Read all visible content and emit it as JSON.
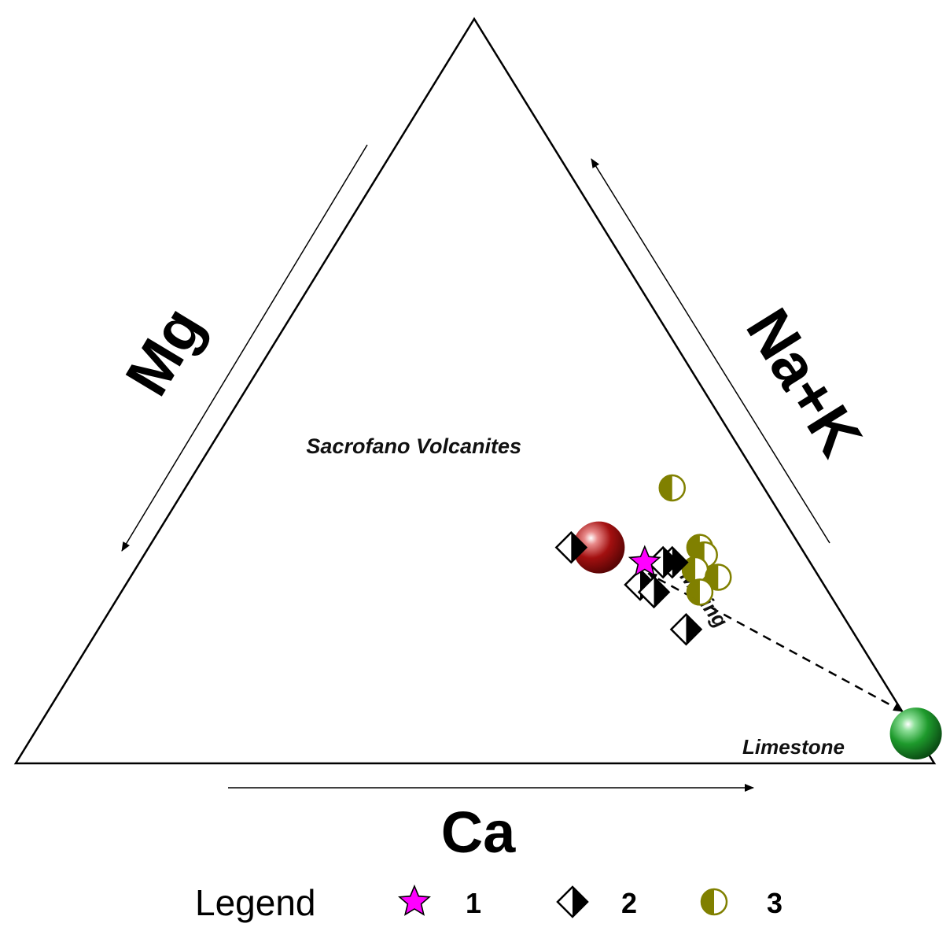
{
  "chart_data": {
    "type": "scatter",
    "subtype": "ternary",
    "axes": {
      "mg": "Mg",
      "ca": "Ca",
      "nak": "Na+K"
    },
    "series": [
      {
        "name": "1",
        "marker": "star",
        "color": "#ff00ff",
        "points": [
          {
            "Ca": 0.55,
            "Mg": 0.18,
            "NaK": 0.27
          }
        ]
      },
      {
        "name": "2",
        "marker": "half-filled-diamond",
        "color": "#000000",
        "points": [
          {
            "Ca": 0.46,
            "Mg": 0.25,
            "NaK": 0.29
          },
          {
            "Ca": 0.58,
            "Mg": 0.15,
            "NaK": 0.27
          },
          {
            "Ca": 0.57,
            "Mg": 0.16,
            "NaK": 0.27
          },
          {
            "Ca": 0.56,
            "Mg": 0.2,
            "NaK": 0.24
          },
          {
            "Ca": 0.58,
            "Mg": 0.19,
            "NaK": 0.23
          },
          {
            "Ca": 0.64,
            "Mg": 0.18,
            "NaK": 0.18
          }
        ]
      },
      {
        "name": "3",
        "marker": "half-filled-circle",
        "color": "#808000",
        "points": [
          {
            "Ca": 0.53,
            "Mg": 0.1,
            "NaK": 0.37
          },
          {
            "Ca": 0.6,
            "Mg": 0.11,
            "NaK": 0.29
          },
          {
            "Ca": 0.61,
            "Mg": 0.11,
            "NaK": 0.28
          },
          {
            "Ca": 0.61,
            "Mg": 0.13,
            "NaK": 0.26
          },
          {
            "Ca": 0.64,
            "Mg": 0.11,
            "NaK": 0.25
          },
          {
            "Ca": 0.63,
            "Mg": 0.14,
            "NaK": 0.23
          }
        ]
      }
    ],
    "end_members": [
      {
        "label": "Sacrofano Volcanites",
        "color": "#a31010",
        "point": {
          "Ca": 0.49,
          "Mg": 0.22,
          "NaK": 0.29
        }
      },
      {
        "label": "Limestone",
        "color": "#1e9a2c",
        "point": {
          "Ca": 0.96,
          "Mg": 0.0,
          "NaK": 0.04
        }
      }
    ],
    "mixing": {
      "label": "Mixing",
      "from": {
        "Ca": 0.55,
        "Mg": 0.18,
        "NaK": 0.25
      },
      "to": {
        "Ca": 0.93,
        "Mg": 0.0,
        "NaK": 0.07
      }
    },
    "legend": {
      "title": "Legend",
      "position": "bottom",
      "entries": [
        "1",
        "2",
        "3"
      ]
    }
  }
}
